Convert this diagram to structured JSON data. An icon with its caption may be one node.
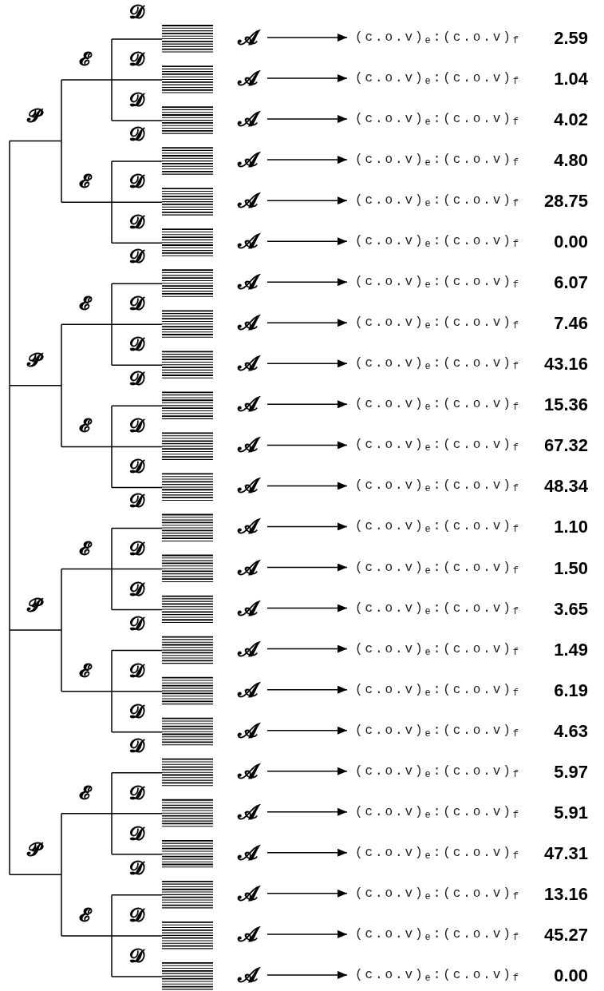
{
  "diagram": {
    "nodes": [
      {
        "text": [
          "𝓐"
        ]
      },
      {
        "text": [
          "(c.o.v)$_{e}$:(c.o.v)$_{f}$"
        ],
        "beside": [
          "2.59"
        ]
      },
      {
        "text": [
          "𝓐"
        ]
      },
      {
        "text": [
          "(c.o.v)$_{e}$:(c.o.v)$_{f}$"
        ],
        "beside": [
          "1.04"
        ]
      },
      {
        "text": [
          "𝓐"
        ]
      },
      {
        "text": [
          "(c.o.v)$_{e}$:(c.o.v)$_{f}$"
        ],
        "beside": [
          "4.02"
        ]
      },
      {
        "text": [
          "𝓐"
        ]
      },
      {
        "text": [
          "(c.o.v)$_{e}$:(c.o.v)$_{f}$"
        ],
        "beside": [
          "4.80"
        ]
      },
      {
        "text": [
          "𝓐"
        ]
      },
      {
        "text": [
          "(c.o.v)$_{e}$:(c.o.v)$_{f}$"
        ],
        "beside": [
          "28.75"
        ]
      },
      {
        "text": [
          "𝓐"
        ]
      },
      {
        "text": [
          "(c.o.v)$_{e}$:(c.o.v)$_{f}$"
        ],
        "beside": [
          "0.00"
        ]
      },
      {
        "text": [
          "𝓐"
        ]
      },
      {
        "text": [
          "(c.o.v)$_{e}$:(c.o.v)$_{f}$"
        ],
        "beside": [
          "6.07"
        ]
      },
      {
        "text": [
          "𝓐"
        ]
      },
      {
        "text": [
          "(c.o.v)$_{e}$:(c.o.v)$_{f}$"
        ],
        "beside": [
          "7.46"
        ]
      },
      {
        "text": [
          "𝓐"
        ]
      },
      {
        "text": [
          "(c.o.v)$_{e}$:(c.o.v)$_{f}$"
        ],
        "beside": [
          "43.16"
        ]
      },
      {
        "text": [
          "𝓐"
        ]
      },
      {
        "text": [
          "(c.o.v)$_{e}$:(c.o.v)$_{f}$"
        ],
        "beside": [
          "15.36"
        ]
      },
      {
        "text": [
          "𝓐"
        ]
      },
      {
        "text": [
          "(c.o.v)$_{e}$:(c.o.v)$_{f}$"
        ],
        "beside": [
          "67.32"
        ]
      },
      {
        "text": [
          "𝓐"
        ]
      },
      {
        "text": [
          "(c.o.v)$_{e}$:(c.o.v)$_{f}$"
        ],
        "beside": [
          "48.34"
        ]
      },
      {
        "text": [
          "𝓐"
        ]
      },
      {
        "text": [
          "(c.o.v)$_{e}$:(c.o.v)$_{f}$"
        ],
        "beside": [
          "1.10"
        ]
      },
      {
        "text": [
          "𝓐"
        ]
      },
      {
        "text": [
          "(c.o.v)$_{e}$:(c.o.v)$_{f}$"
        ],
        "beside": [
          "1.50"
        ]
      },
      {
        "text": [
          "𝓐"
        ]
      },
      {
        "text": [
          "(c.o.v)$_{e}$:(c.o.v)$_{f}$"
        ],
        "beside": [
          "3.65"
        ]
      },
      {
        "text": [
          "𝓐"
        ]
      },
      {
        "text": [
          "(c.o.v)$_{e}$:(c.o.v)$_{f}$"
        ],
        "beside": [
          "1.49"
        ]
      },
      {
        "text": [
          "𝓐"
        ]
      },
      {
        "text": [
          "(c.o.v)$_{e}$:(c.o.v)$_{f}$"
        ],
        "beside": [
          "6.19"
        ]
      },
      {
        "text": [
          "𝓐"
        ]
      },
      {
        "text": [
          "(c.o.v)$_{e}$:(c.o.v)$_{f}$"
        ],
        "beside": [
          "4.63"
        ]
      },
      {
        "text": [
          "𝓐"
        ]
      },
      {
        "text": [
          "(c.o.v)$_{e}$:(c.o.v)$_{f}$"
        ],
        "beside": [
          "5.97"
        ]
      },
      {
        "text": [
          "𝓐"
        ]
      },
      {
        "text": [
          "(c.o.v)$_{e}$:(c.o.v)$_{f}$"
        ],
        "beside": [
          "5.91"
        ]
      },
      {
        "text": [
          "𝓐"
        ]
      },
      {
        "text": [
          "(c.o.v)$_{e}$:(c.o.v)$_{f}$"
        ],
        "beside": [
          "47.31"
        ]
      },
      {
        "text": [
          "𝓐"
        ]
      },
      {
        "text": [
          "(c.o.v)$_{e}$:(c.o.v)$_{f}$"
        ],
        "beside": [
          "13.16"
        ]
      },
      {
        "text": [
          "𝓐"
        ]
      },
      {
        "text": [
          "(c.o.v)$_{e}$:(c.o.v)$_{f}$"
        ],
        "beside": [
          "45.27"
        ]
      },
      {
        "text": [
          "𝓐"
        ]
      },
      {
        "text": [
          "(c.o.v)$_{e}$:(c.o.v)$_{f}$"
        ],
        "beside": [
          "0.00"
        ]
      }
    ],
    "edges": [
      {
        "from": 0,
        "to": 1,
        "arrow": "to"
      },
      {
        "from": 2,
        "to": 3,
        "arrow": "to"
      },
      {
        "from": 4,
        "to": 5,
        "arrow": "to"
      },
      {
        "from": 6,
        "to": 7,
        "arrow": "to"
      },
      {
        "from": 8,
        "to": 9,
        "arrow": "to"
      },
      {
        "from": 10,
        "to": 11,
        "arrow": "to"
      },
      {
        "from": 12,
        "to": 13,
        "arrow": "to"
      },
      {
        "from": 14,
        "to": 15,
        "arrow": "to"
      },
      {
        "from": 16,
        "to": 17,
        "arrow": "to"
      },
      {
        "from": 18,
        "to": 19,
        "arrow": "to"
      },
      {
        "from": 20,
        "to": 21,
        "arrow": "to"
      },
      {
        "from": 22,
        "to": 23,
        "arrow": "to"
      },
      {
        "from": 24,
        "to": 25,
        "arrow": "to"
      },
      {
        "from": 26,
        "to": 27,
        "arrow": "to"
      },
      {
        "from": 28,
        "to": 29,
        "arrow": "to"
      },
      {
        "from": 30,
        "to": 31,
        "arrow": "to"
      },
      {
        "from": 32,
        "to": 33,
        "arrow": "to"
      },
      {
        "from": 34,
        "to": 35,
        "arrow": "to"
      },
      {
        "from": 36,
        "to": 37,
        "arrow": "to"
      },
      {
        "from": 38,
        "to": 39,
        "arrow": "to"
      },
      {
        "from": 40,
        "to": 41,
        "arrow": "to"
      },
      {
        "from": 42,
        "to": 43,
        "arrow": "to"
      },
      {
        "from": 44,
        "to": 45,
        "arrow": "to"
      },
      {
        "from": 46,
        "to": 47,
        "arrow": "to"
      }
    ],
    "labels": [
      "𝓓",
      "𝓔",
      "𝓓",
      "𝓓",
      "𝓟",
      "𝓓",
      "𝓔",
      "𝓓",
      "𝓓",
      "𝓓",
      "𝓔",
      "𝓓",
      "𝓓",
      "𝓟",
      "𝓓",
      "𝓔",
      "𝓓",
      "𝓓",
      "𝓓",
      "𝓔",
      "𝓓",
      "𝓓",
      "𝓟",
      "𝓓",
      "𝓔",
      "𝓓",
      "𝓓",
      "𝓓",
      "𝓔",
      "𝓓",
      "𝓓",
      "𝓟",
      "𝓓",
      "𝓔",
      "𝓓",
      "𝓓"
    ]
  }
}
